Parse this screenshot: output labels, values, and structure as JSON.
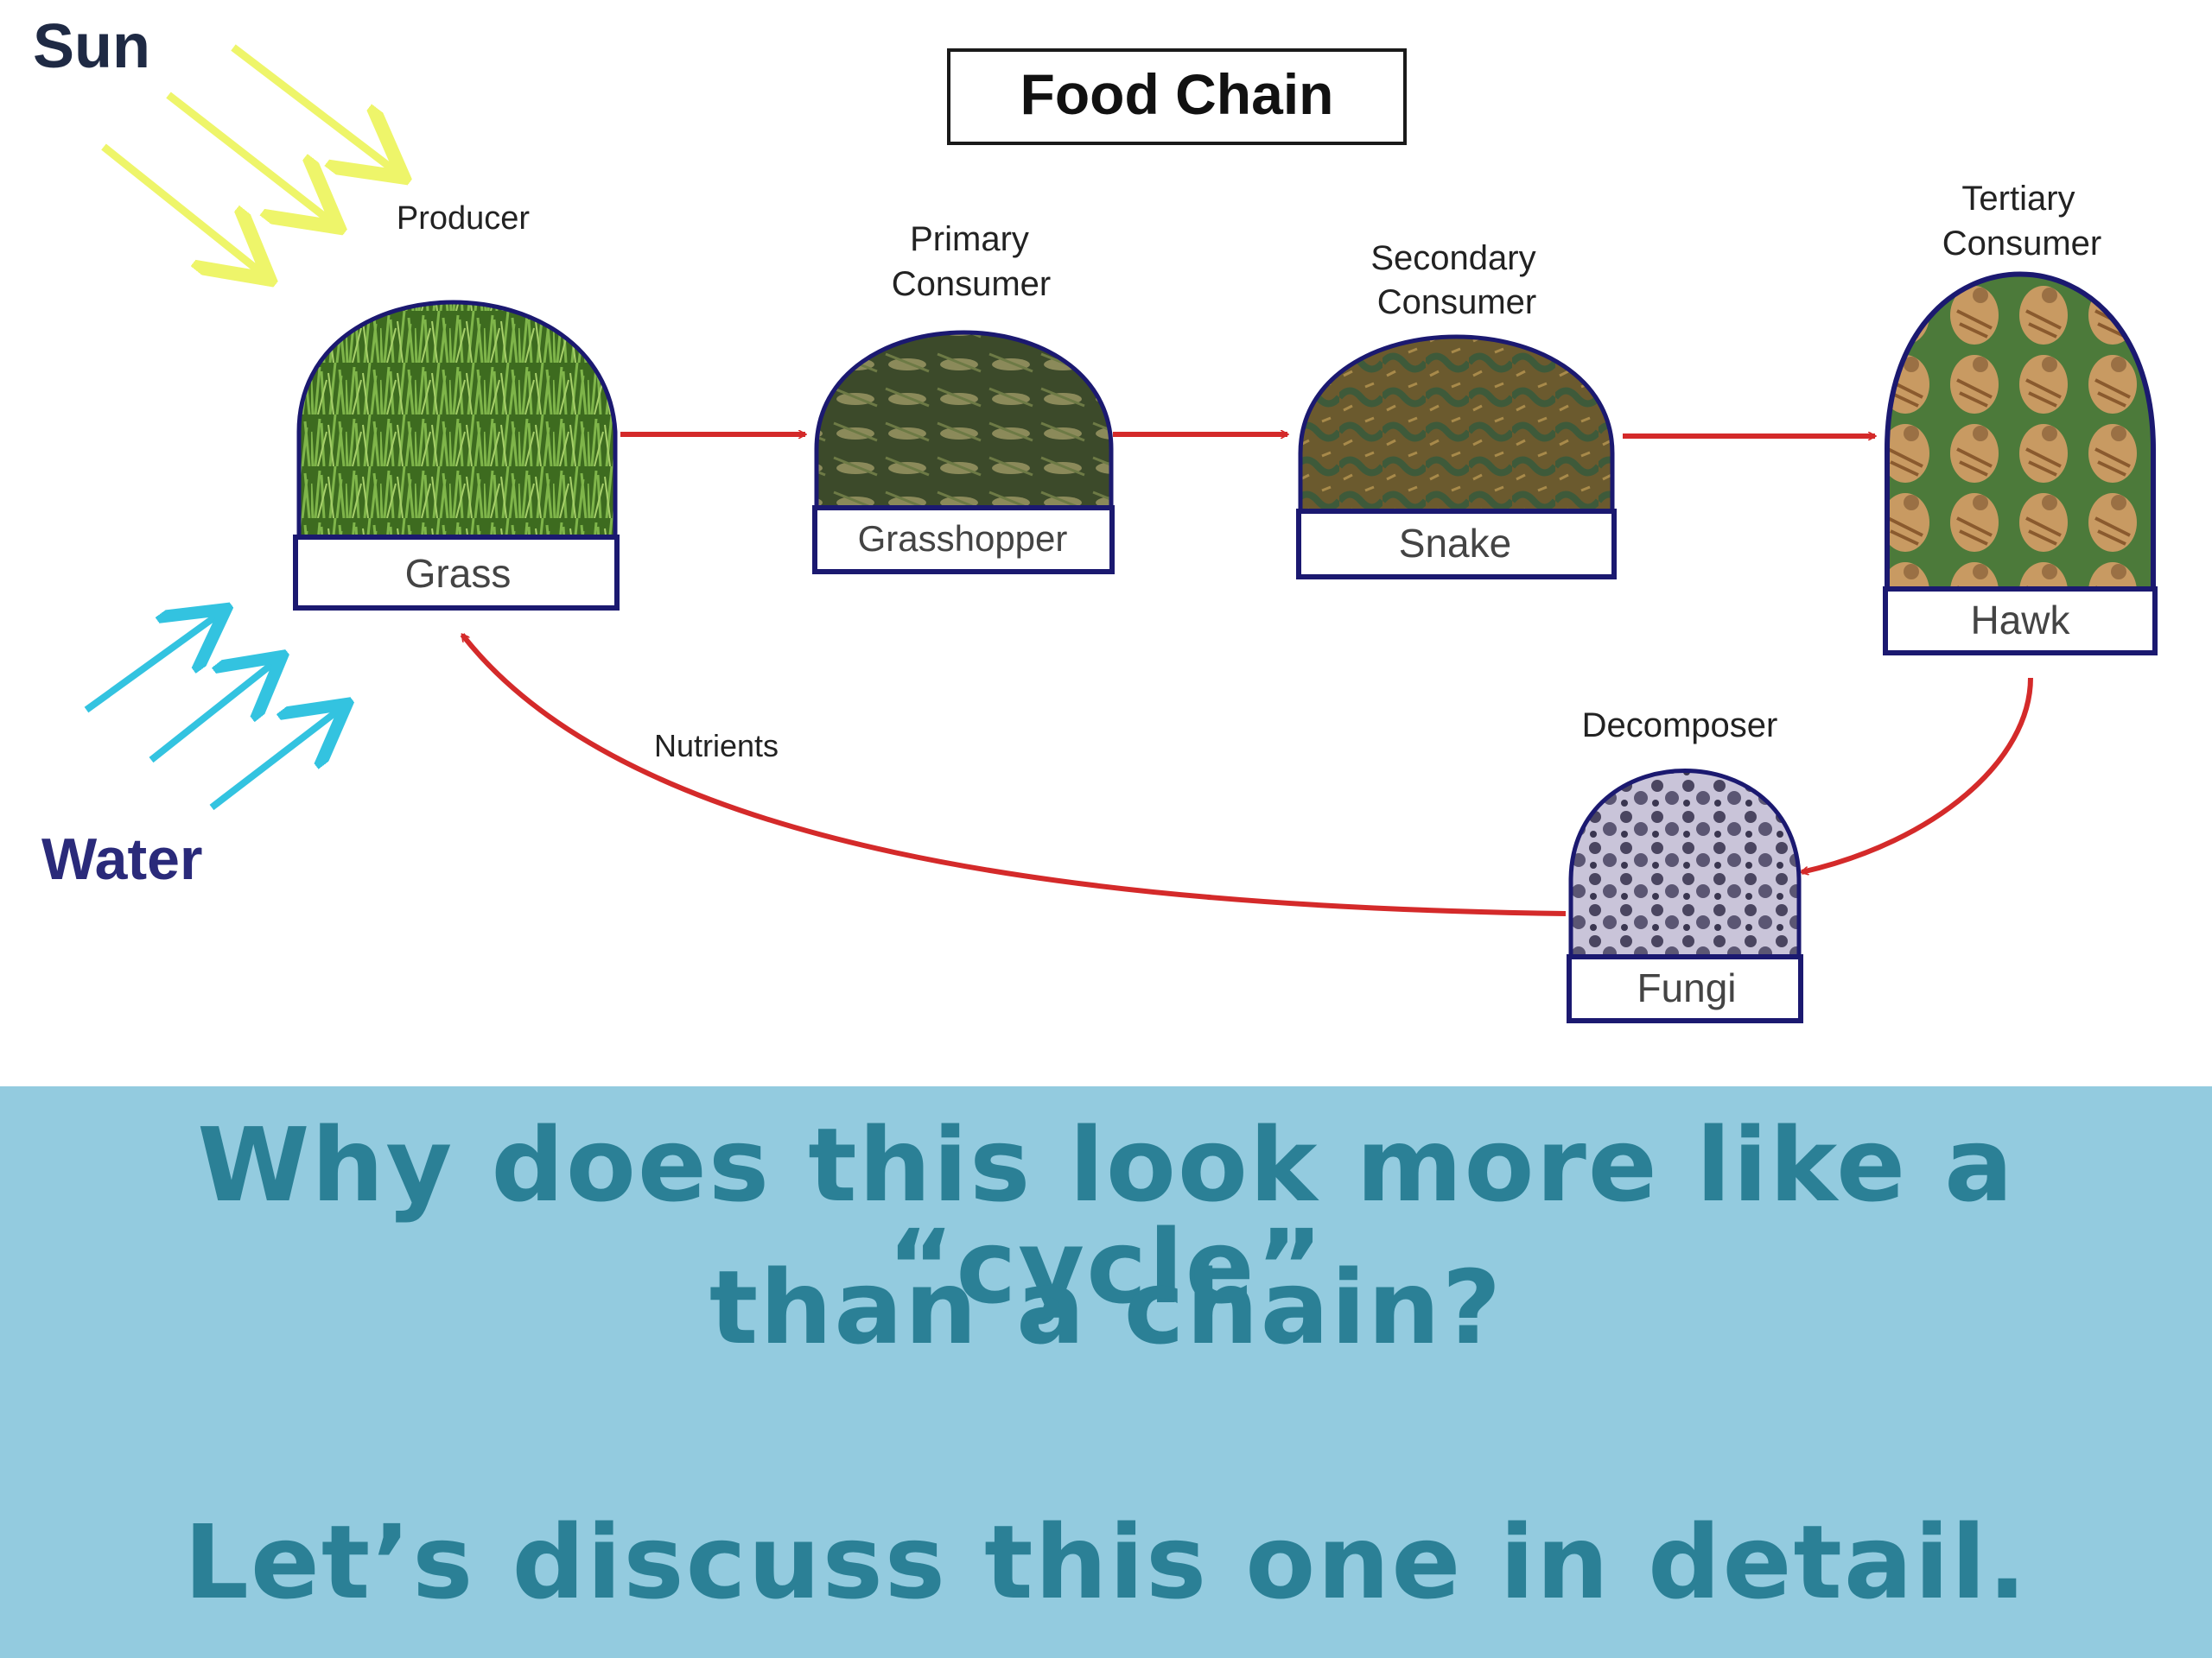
{
  "title": "Food Chain",
  "energy_sources": {
    "sun": "Sun",
    "water": "Water"
  },
  "organisms": [
    {
      "id": "grass",
      "role": "Producer",
      "name": "Grass"
    },
    {
      "id": "grasshopper",
      "role": "Primary Consumer",
      "name": "Grasshopper"
    },
    {
      "id": "snake",
      "role": "Secondary Consumer",
      "name": "Snake"
    },
    {
      "id": "hawk",
      "role": "Tertiary Consumer",
      "name": "Hawk"
    },
    {
      "id": "fungi",
      "role": "Decomposer",
      "name": "Fungi"
    }
  ],
  "edges": [
    {
      "from": "grass",
      "to": "grasshopper"
    },
    {
      "from": "grasshopper",
      "to": "snake"
    },
    {
      "from": "snake",
      "to": "hawk"
    },
    {
      "from": "hawk",
      "to": "fungi"
    },
    {
      "from": "fungi",
      "to": "grass",
      "label": "Nutrients"
    }
  ],
  "question": {
    "line1": "Why does this look more like a “cycle”",
    "line2": "than a chain?",
    "line3": "Let’s discuss this one in detail."
  },
  "colors": {
    "arrow": "#d42a2a",
    "sun_rays": "#eef56a",
    "water_rays": "#33c3e0",
    "frame": "#1b1970",
    "panel_bg": "#93cbdf",
    "question_text": "#2b8096"
  }
}
